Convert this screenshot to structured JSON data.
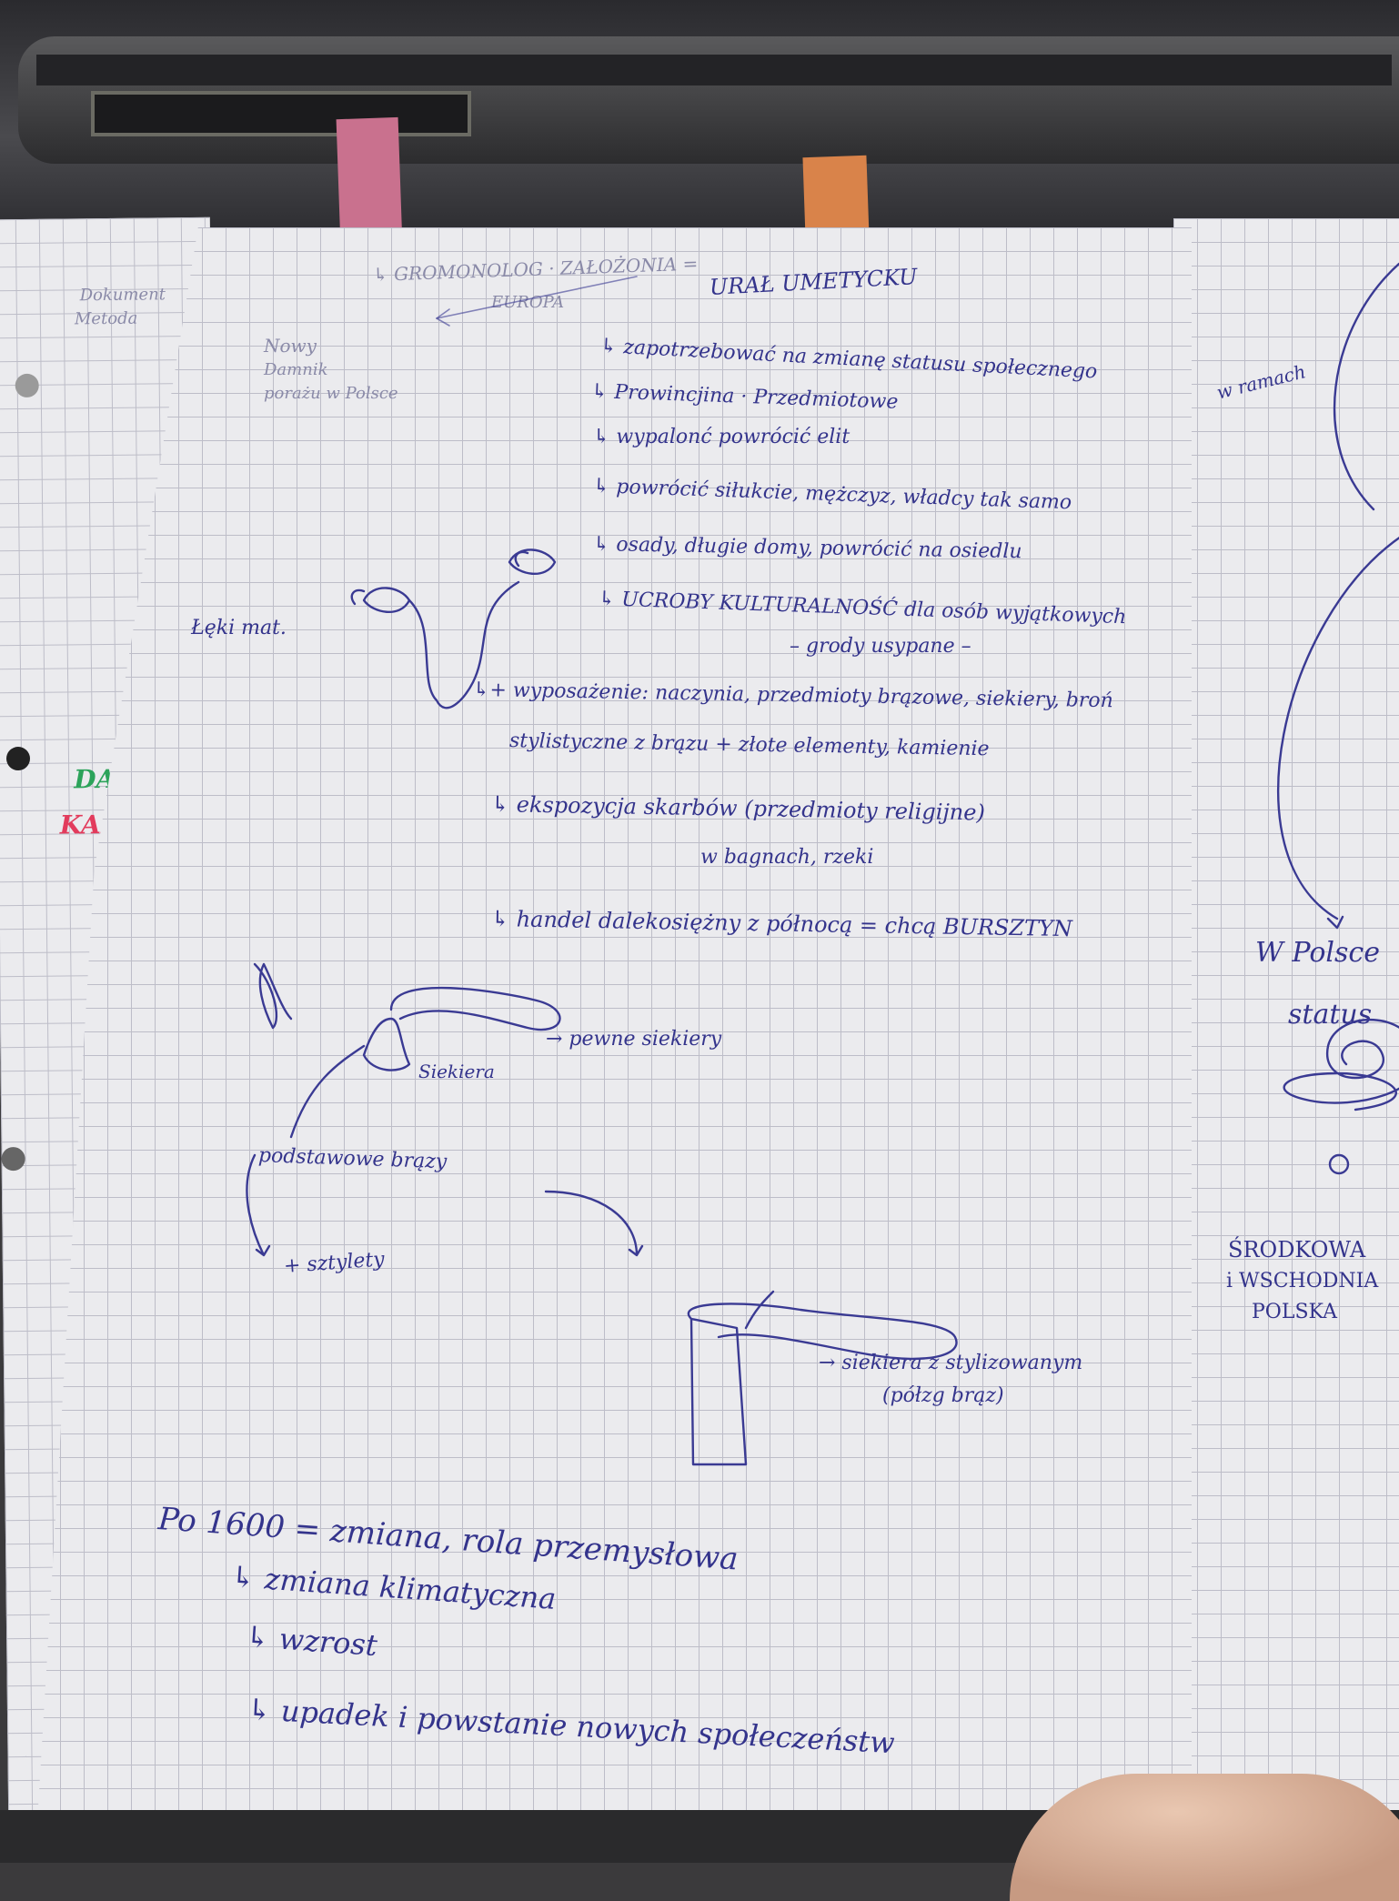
{
  "left_sheet": {
    "header_1": "Dokument",
    "header_2": "Metoda",
    "marker_green": "DA",
    "marker_red": "KAI"
  },
  "main_page": {
    "title_left": "↳ GROMONOLOG · ZAŁOŻONIA =",
    "title_left_sub": "EUROPA",
    "title_right": "URAŁ UMETYCKU",
    "side_note_1": "Nowy",
    "side_note_2": "Damnik",
    "side_note_3": "porażu w Polsce",
    "bullets": [
      "↳ zapotrzebować na zmianę statusu społecznego",
      "↳ Prowincjina · Przedmiotowe",
      "↳ wypalonć powrócić elit",
      "↳ powrócić siłukcie, mężczyz, władcy tak samo",
      "↳ osady, długie domy, powrócić na osiedlu",
      "↳ UCROBY KULTURALNOŚĆ dla osób wyjątkowych"
    ],
    "bullet_tail": "– grody usypane –",
    "left_label": "Łęki mat.",
    "equipment_line_1": "↳+ wyposażenie: naczynia, przedmioty brązowe, siekiery, broń",
    "equipment_line_2": "stylistyczne z brązu + złote elementy, kamienie",
    "deposit_line": "↳ ekspozycja skarbów (przedmioty religijne)",
    "deposit_sub": "w bagnach, rzeki",
    "trade_line": "↳ handel dalekosiężny z północą = chcą BURSZTYN",
    "drawing_label_handle": "→ pewne siekiery",
    "drawing_label_axe": "Siekiera",
    "drawing_label_bronze": "podstawowe brązy",
    "drawing_label_kit": "+ sztylety",
    "drawing_label_axe2_a": "→ siekiera z stylizowanym",
    "drawing_label_axe2_b": "(półzg brąz)",
    "bottom_line_1": "Po 1600 = zmiana, rola przemysłowa",
    "bottom_line_2": "↳ zmiana klimatyczna",
    "bottom_line_3": "↳ wzrost",
    "bottom_line_4": "↳ upadek i powstanie nowych społeczeństw"
  },
  "right_page": {
    "note_top": "w ramach",
    "note_mid_1": "W Polsce",
    "note_mid_2": "status",
    "note_bottom_1": "ŚRODKOWA",
    "note_bottom_2": "i WSCHODNIA",
    "note_bottom_3": "POLSKA"
  },
  "colors": {
    "ink": "#34348c",
    "paper": "#ebebee",
    "pink_tab": "#c9718e",
    "orange_tab": "#d9834a"
  }
}
